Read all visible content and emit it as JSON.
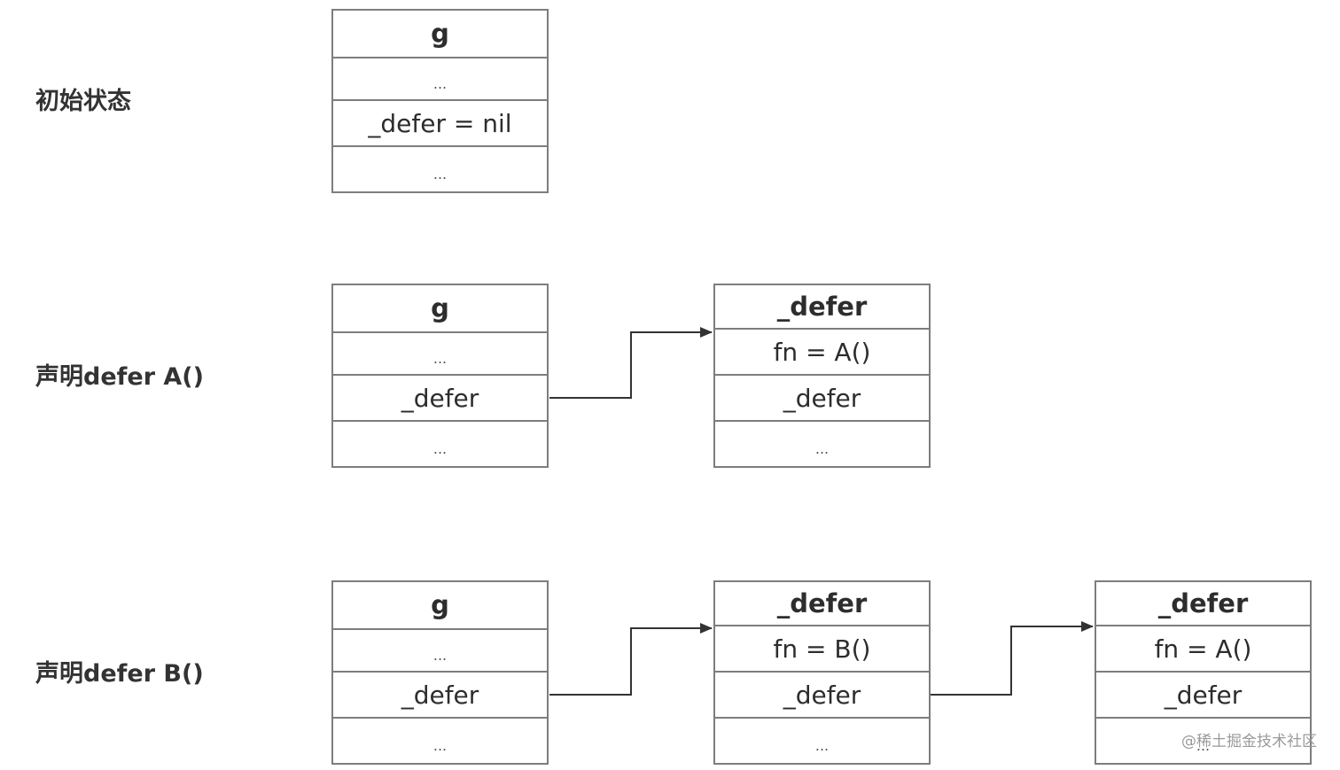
{
  "rows": [
    {
      "label": "初始状态",
      "g": {
        "title": "g",
        "dots_top": "...",
        "field": "_defer = nil",
        "dots_bottom": "..."
      }
    },
    {
      "label": "声明defer A()",
      "g": {
        "title": "g",
        "dots_top": "...",
        "field": "_defer",
        "dots_bottom": "..."
      },
      "defers": [
        {
          "title": "_defer",
          "fn": "fn = A()",
          "field": "_defer",
          "dots": "..."
        }
      ]
    },
    {
      "label": "声明defer B()",
      "g": {
        "title": "g",
        "dots_top": "...",
        "field": "_defer",
        "dots_bottom": "..."
      },
      "defers": [
        {
          "title": "_defer",
          "fn": "fn = B()",
          "field": "_defer",
          "dots": "..."
        },
        {
          "title": "_defer",
          "fn": "fn = A()",
          "field": "_defer",
          "dots": "..."
        }
      ]
    }
  ],
  "watermark": "@稀土掘金技术社区",
  "colors": {
    "border": "#7d7d7d",
    "arrow": "#333333",
    "text": "#2d2d2d"
  }
}
